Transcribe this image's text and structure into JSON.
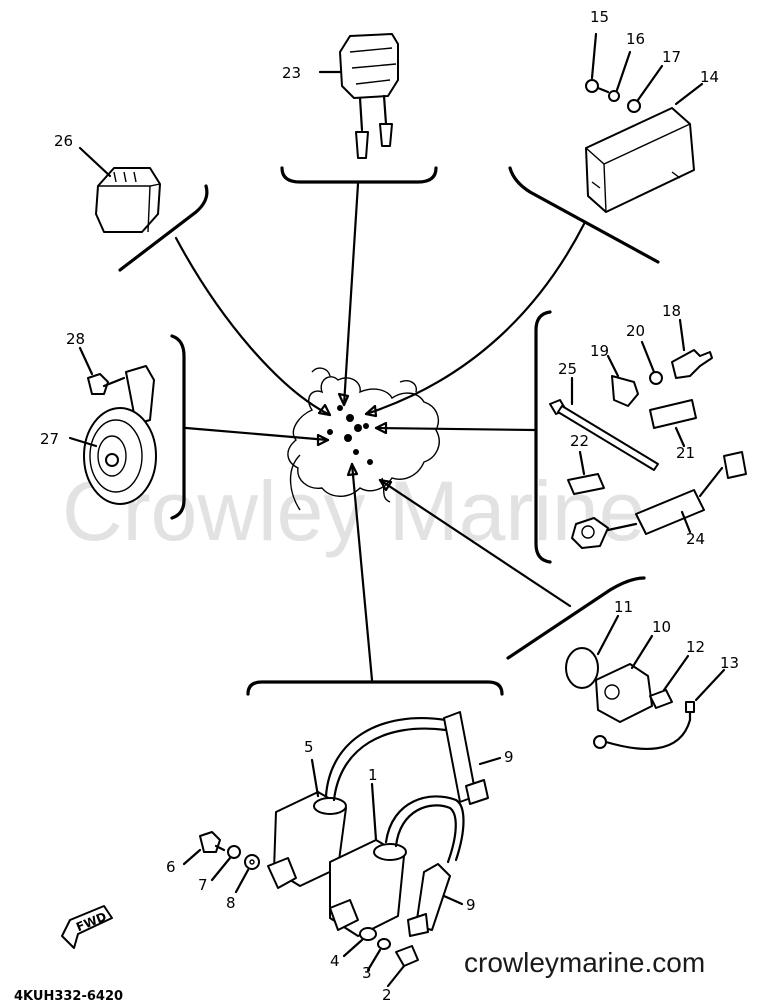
{
  "watermark": "Crowley Marine",
  "site": "crowleymarine.com",
  "diagram_code": "4KUH332-6420",
  "fwd_label": "FWD",
  "callouts": {
    "c1": "1",
    "c2": "2",
    "c3": "3",
    "c4": "4",
    "c5": "5",
    "c6": "6",
    "c7": "7",
    "c8": "8",
    "c9a": "9",
    "c9b": "9",
    "c10": "10",
    "c11": "11",
    "c12": "12",
    "c13": "13",
    "c14": "14",
    "c15": "15",
    "c16": "16",
    "c17": "17",
    "c18": "18",
    "c19": "19",
    "c20": "20",
    "c21": "21",
    "c22": "22",
    "c23": "23",
    "c24": "24",
    "c25": "25",
    "c26": "26",
    "c27": "27",
    "c28": "28"
  }
}
